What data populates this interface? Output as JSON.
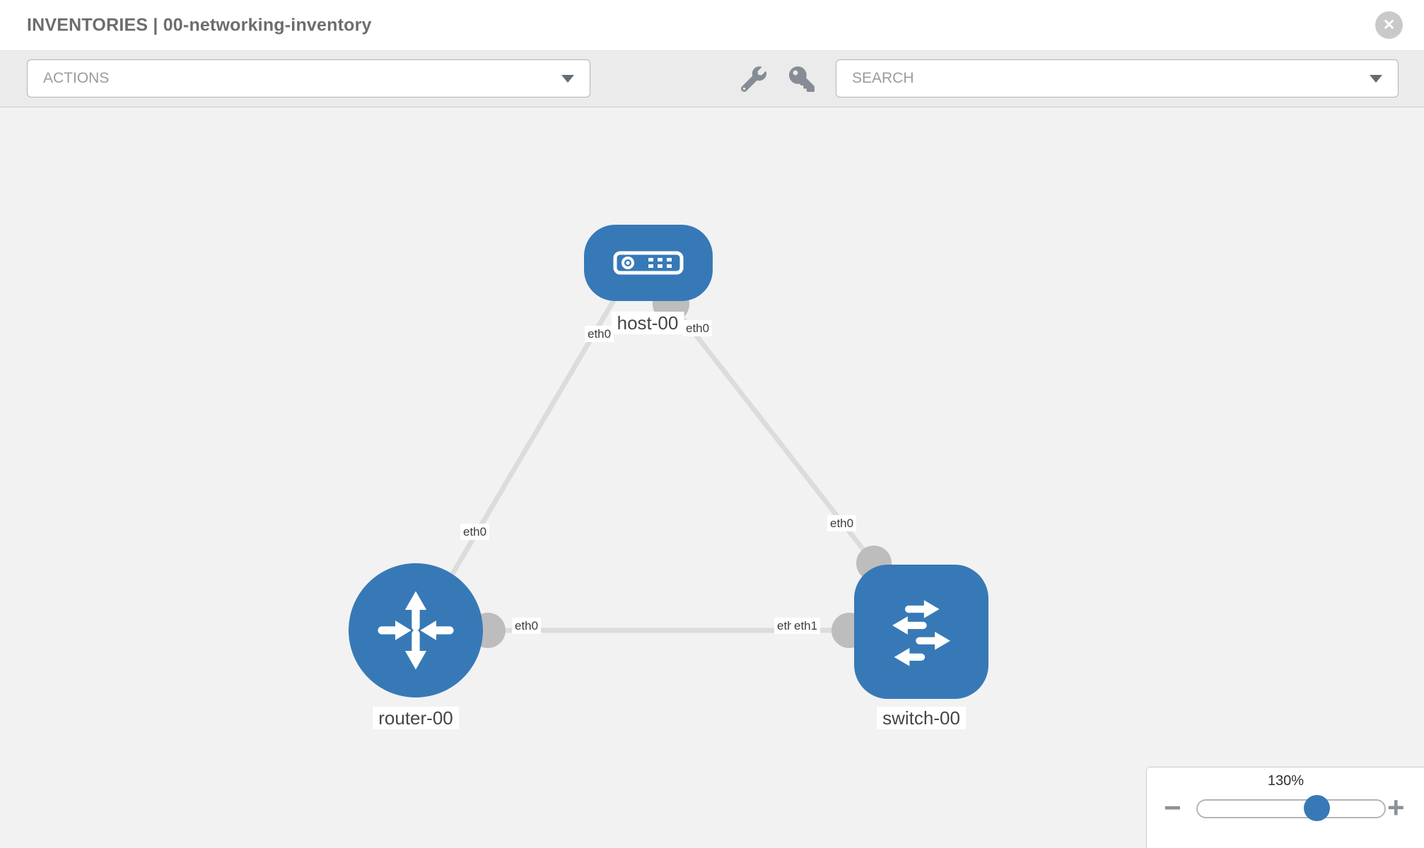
{
  "header": {
    "title": "INVENTORIES | 00-networking-inventory"
  },
  "toolbar": {
    "actions_label": "ACTIONS",
    "search_label": "SEARCH"
  },
  "icons": {
    "close_glyph": "✕",
    "minus_glyph": "−",
    "plus_glyph": "+",
    "wrench": "wrench-icon",
    "key": "key-icon"
  },
  "topology": {
    "nodes": [
      {
        "id": "host-00",
        "type": "host",
        "label": "host-00"
      },
      {
        "id": "router-00",
        "type": "router",
        "label": "router-00"
      },
      {
        "id": "switch-00",
        "type": "switch",
        "label": "switch-00"
      }
    ],
    "links": [
      {
        "from": "host-00",
        "from_if": "eth0",
        "to": "router-00",
        "to_if": "eth0"
      },
      {
        "from": "host-00",
        "from_if": "eth0",
        "to": "switch-00",
        "to_if": "eth0"
      },
      {
        "from": "router-00",
        "from_if": "eth0",
        "to": "switch-00",
        "to_if": "eth1"
      }
    ],
    "if_labels": {
      "host_left": "eth0",
      "host_right": "eth0",
      "router_diag": "eth0",
      "switch_diag": "eth0",
      "middle_left": "eth0",
      "middle_right_under": "eth0",
      "middle_right_over": "eth1"
    }
  },
  "zoom_control": {
    "value": "130%"
  },
  "colors": {
    "node_blue": "#3779b7",
    "edge_gray": "#dcdcdc",
    "connector_gray": "#bdbdbd",
    "toolbar_gray": "#ebebeb",
    "canvas_gray": "#f2f2f2"
  }
}
